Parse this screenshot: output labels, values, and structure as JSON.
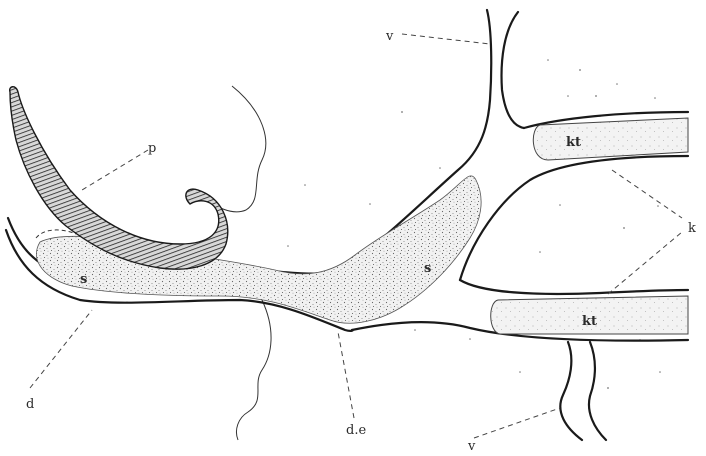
{
  "figure": {
    "labels": {
      "v_top": "v",
      "p": "p",
      "kt_upper": "kt",
      "kt_lower": "kt",
      "k": "k",
      "s_left": "s",
      "s_right": "s",
      "d": "d",
      "de": "d.e",
      "v_bottom": "v"
    }
  }
}
